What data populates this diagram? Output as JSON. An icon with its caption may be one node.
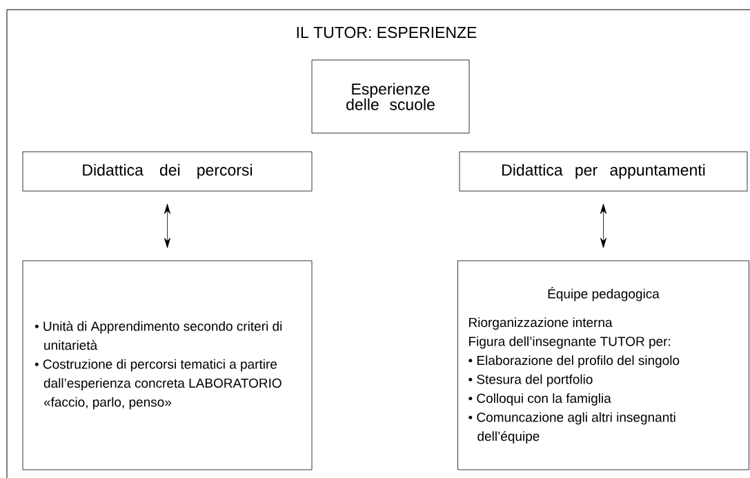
{
  "diagram": {
    "title": "IL TUTOR: ESPERIENZE",
    "nodes": [
      {
        "text": [
          "Esperienze delle scuole"
        ]
      },
      {
        "text": [
          "Didattica dei percorsi"
        ]
      },
      {
        "text": [
          "Didattica per appuntamenti"
        ]
      },
      {
        "text": [
          "• Unità di Apprendimento secondo criteri di unitarietà",
          "• Costruzione di percorsi tematici a partire dall’esperienza concreta LABORATORIO «faccio, parlo, penso»"
        ]
      },
      {
        "text": [
          "Équipe pedagogica",
          "Riorganizzazione interna",
          "Figura dell’insegnante TUTOR per:",
          "• Elaborazione del profilo del singolo",
          "• Stesura del portfolio",
          "• Colloqui con la famiglia",
          "• Comuncazione agli altri insegnanti dell’équipe"
        ]
      }
    ],
    "edges": [
      {
        "from": 1,
        "to": 3,
        "arrow": "both"
      },
      {
        "from": 2,
        "to": 4,
        "arrow": "both"
      }
    ]
  }
}
